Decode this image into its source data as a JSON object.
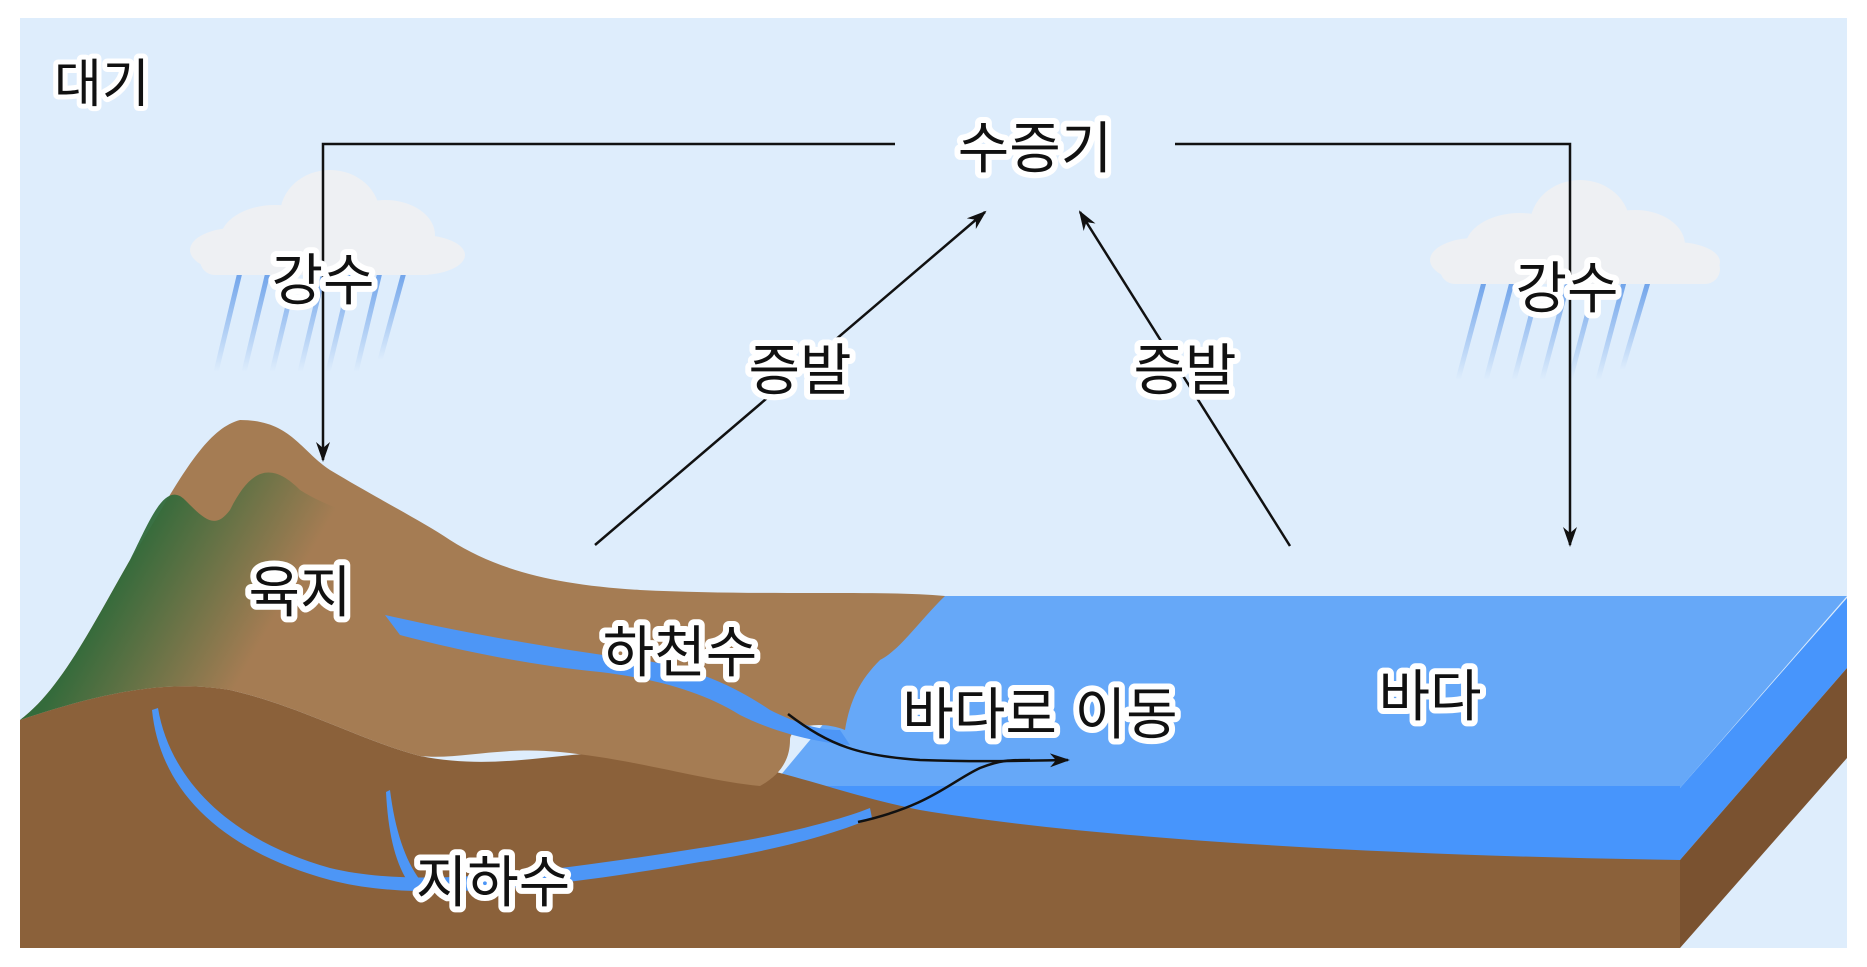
{
  "labels": {
    "atmosphere": "대기",
    "vapor": "수증기",
    "precip_left": "강수",
    "precip_right": "강수",
    "evap_left": "증발",
    "evap_right": "증발",
    "land": "육지",
    "river": "하천수",
    "to_sea": "바다로 이동",
    "sea": "바다",
    "groundwater": "지하수"
  },
  "colors": {
    "sky": "#deedfc",
    "mountain_green": "#0b6b36",
    "land_brown": "#a57c53",
    "soil_dark": "#8b613a",
    "sea": "#66a8f8",
    "sea_deep": "#4795fc",
    "water_channel": "#4d96f6",
    "rain": "#86b4ef",
    "cloud": "#eef0f3"
  }
}
